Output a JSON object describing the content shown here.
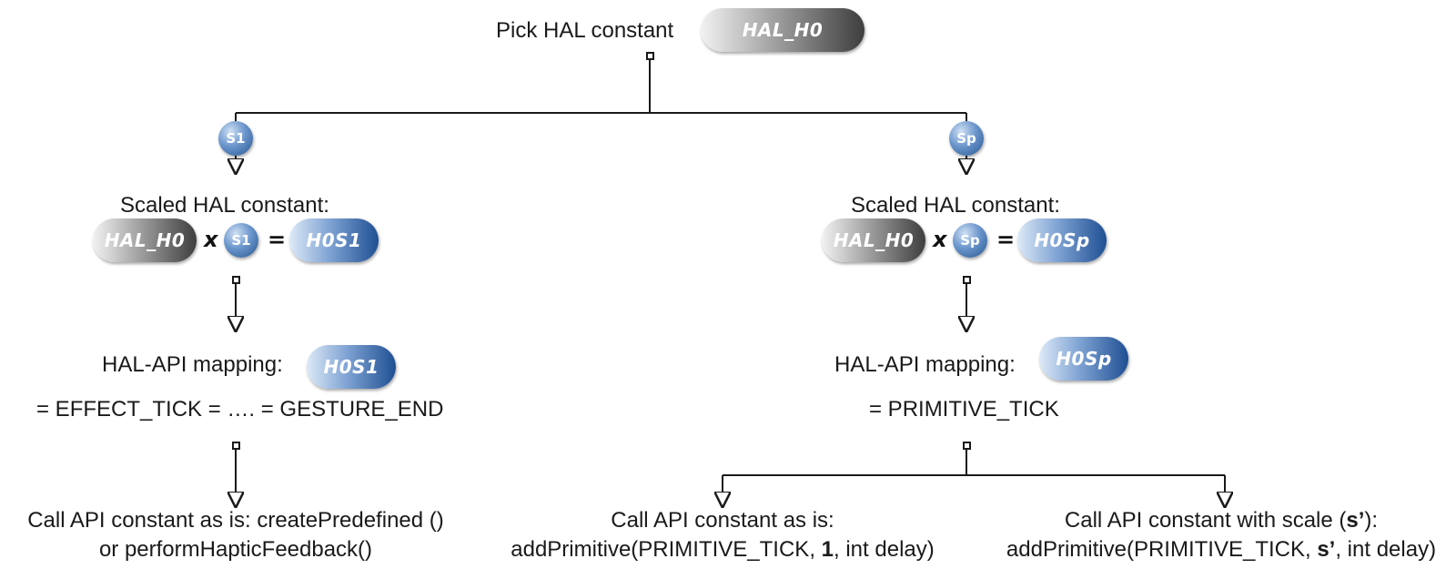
{
  "top": {
    "label": "Pick HAL constant",
    "pill": "HAL_H0"
  },
  "left": {
    "branch_badge": "S1",
    "scaled_title": "Scaled HAL constant:",
    "eq_input": "HAL_H0",
    "eq_times": "x",
    "eq_scale": "S1",
    "eq_equals": "=",
    "eq_result": "H0S1",
    "mapping_label": "HAL-API mapping:",
    "mapping_pill": "H0S1",
    "mapping_value": "= EFFECT_TICK = …. = GESTURE_END",
    "call_line1": "Call API constant as is: createPredefined ()",
    "call_line2": "or performHapticFeedback()"
  },
  "right": {
    "branch_badge": "Sp",
    "scaled_title": "Scaled HAL constant:",
    "eq_input": "HAL_H0",
    "eq_times": "x",
    "eq_scale": "Sp",
    "eq_equals": "=",
    "eq_result": "H0Sp",
    "mapping_label": "HAL-API mapping:",
    "mapping_pill": "H0Sp",
    "mapping_value": "= PRIMITIVE_TICK",
    "sub_left": {
      "line1": "Call API constant as is:",
      "line2_prefix": "addPrimitive(PRIMITIVE_TICK, ",
      "line2_bold": "1",
      "line2_suffix": ", int delay)"
    },
    "sub_right": {
      "line1_prefix": "Call API constant with scale (",
      "line1_bold": "s’",
      "line1_suffix": "):",
      "line2_prefix": "addPrimitive(PRIMITIVE_TICK, ",
      "line2_bold": "s’",
      "line2_suffix": ", int delay)"
    }
  },
  "colors": {
    "gray_dark": "#3e3e3e",
    "blue_dark": "#1f4f93",
    "blue_light": "#dde9f7",
    "line": "#1a1a1a"
  }
}
